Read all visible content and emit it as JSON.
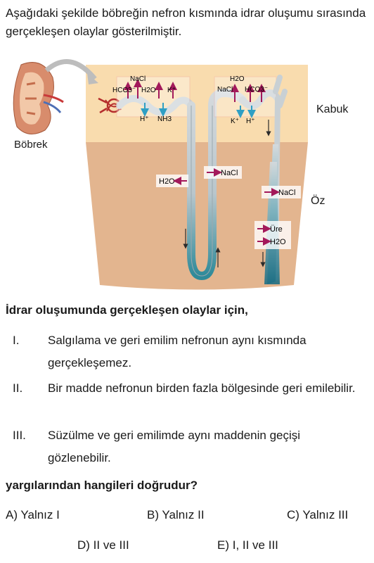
{
  "intro_text": "Aşağıdaki şekilde böbreğin nefron kısmında idrar oluşumu sırasında gerçekleşen olaylar gösterilmiştir.",
  "figure": {
    "kidney_label": "Böbrek",
    "cortex_label": "Kabuk",
    "medulla_label": "Öz",
    "proximal_top": [
      "NaCl",
      "HCO3⁻",
      "H2O",
      "K⁺"
    ],
    "proximal_bottom": [
      "H⁺",
      "NH3"
    ],
    "distal_top": [
      "H2O",
      "NaCl",
      "HCO3⁻"
    ],
    "distal_bottom": [
      "K⁺",
      "H⁺"
    ],
    "loop_out": "H2O",
    "loop_in": "NaCl",
    "collecting_1": "NaCl",
    "collecting_2": "Üre",
    "collecting_3": "H2O"
  },
  "question_stem": "İdrar oluşumunda gerçekleşen olaylar için,",
  "statements": [
    {
      "num": "I.",
      "text": "Salgılama ve geri emilim nefronun aynı kısmında gerçekleşemez."
    },
    {
      "num": "II.",
      "text": "Bir madde nefronun birden fazla bölgesinde geri emilebilir."
    },
    {
      "num": "III.",
      "text": "Süzülme ve geri emilimde aynı maddenin geçişi gözlenebilir."
    }
  ],
  "question_tail": "yargılarından hangileri doğrudur?",
  "options": {
    "a": "A) Yalnız I",
    "b": "B) Yalnız II",
    "c": "C) Yalnız III",
    "d": "D) II ve III",
    "e": "E) I, II ve III"
  }
}
